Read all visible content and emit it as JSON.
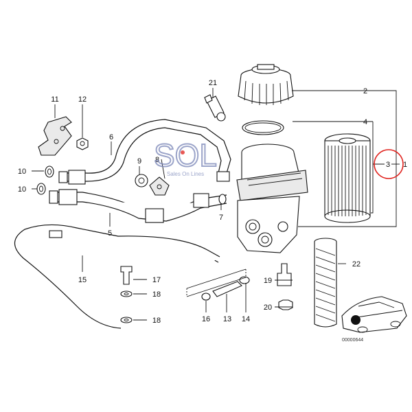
{
  "watermark": {
    "logo": "SOL",
    "tagline": "Sales On Lines"
  },
  "labels": {
    "p1": "1",
    "p2": "2",
    "p3": "3",
    "p4": "4",
    "p5": "5",
    "p6": "6",
    "p7": "7",
    "p8": "8",
    "p9": "9",
    "p10a": "10",
    "p10b": "10",
    "p11": "11",
    "p12": "12",
    "p13": "13",
    "p14": "14",
    "p15": "15",
    "p16": "16",
    "p17": "17",
    "p18a": "18",
    "p18b": "18",
    "p19": "19",
    "p20": "20",
    "p21": "21",
    "p22": "22"
  },
  "drawing_number": "00000644",
  "highlight_color": "#e0201b",
  "watermark_color": "#7a86b8"
}
